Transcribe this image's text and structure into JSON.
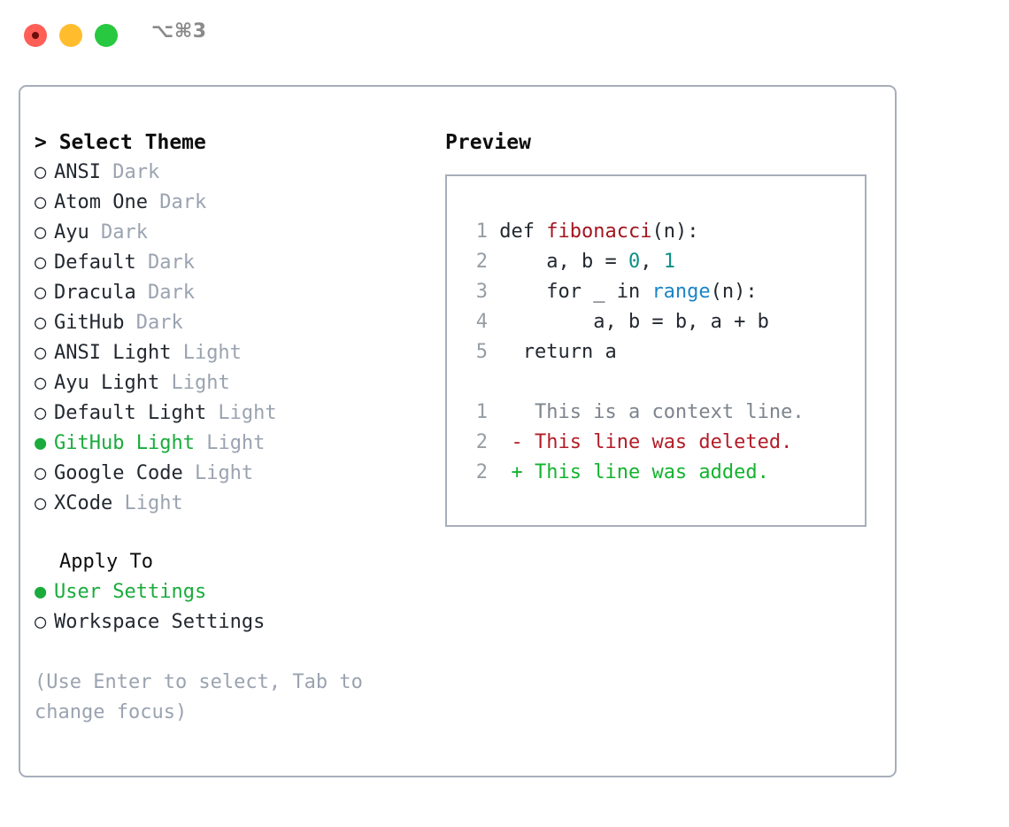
{
  "titlebar": {
    "shortcut": "⌥⌘3",
    "buttons": {
      "close": "close-button",
      "minimize": "minimize-button",
      "maximize": "maximize-button"
    }
  },
  "colors": {
    "accent_green": "#1aab3c",
    "muted": "#9aa3b0",
    "text": "#232830",
    "border": "#a7aebb",
    "diff_add": "#14b32e",
    "diff_del": "#b31d28",
    "diff_ctx": "#7d848e",
    "token_function": "#a3151f",
    "token_number": "#0b8f87",
    "token_call": "#1a84c7",
    "line_number": "#959da5",
    "traffic_red": "#ff5f57",
    "traffic_yellow": "#ffbd2e",
    "traffic_green": "#28c840"
  },
  "theme_list": {
    "header_marker": "> ",
    "header": "Select Theme",
    "bullet_selected": "●",
    "bullet_unselected": "○",
    "items": [
      {
        "name": "ANSI",
        "kind": "Dark",
        "selected": false
      },
      {
        "name": "Atom One",
        "kind": "Dark",
        "selected": false
      },
      {
        "name": "Ayu",
        "kind": "Dark",
        "selected": false
      },
      {
        "name": "Default",
        "kind": "Dark",
        "selected": false
      },
      {
        "name": "Dracula",
        "kind": "Dark",
        "selected": false
      },
      {
        "name": "GitHub",
        "kind": "Dark",
        "selected": false
      },
      {
        "name": "ANSI Light",
        "kind": "Light",
        "selected": false
      },
      {
        "name": "Ayu Light",
        "kind": "Light",
        "selected": false
      },
      {
        "name": "Default Light",
        "kind": "Light",
        "selected": false
      },
      {
        "name": "GitHub Light",
        "kind": "Light",
        "selected": true
      },
      {
        "name": "Google Code",
        "kind": "Light",
        "selected": false
      },
      {
        "name": "XCode",
        "kind": "Light",
        "selected": false
      }
    ]
  },
  "apply_to": {
    "header": "Apply To",
    "items": [
      {
        "name": "User Settings",
        "selected": true
      },
      {
        "name": "Workspace Settings",
        "selected": false
      }
    ]
  },
  "hint": "(Use Enter to select, Tab to change focus)",
  "preview": {
    "title": "Preview",
    "code_lines": [
      {
        "ln": "1",
        "parts": [
          {
            "t": "def ",
            "c": "plain"
          },
          {
            "t": "fibonacci",
            "c": "fn"
          },
          {
            "t": "(n):",
            "c": "plain"
          }
        ]
      },
      {
        "ln": "2",
        "parts": [
          {
            "t": "    a, b = ",
            "c": "plain"
          },
          {
            "t": "0",
            "c": "num"
          },
          {
            "t": ", ",
            "c": "plain"
          },
          {
            "t": "1",
            "c": "num"
          }
        ]
      },
      {
        "ln": "3",
        "parts": [
          {
            "t": "    for _ in ",
            "c": "plain"
          },
          {
            "t": "range",
            "c": "call"
          },
          {
            "t": "(n):",
            "c": "plain"
          }
        ]
      },
      {
        "ln": "4",
        "parts": [
          {
            "t": "        a, b = b, a + b",
            "c": "plain"
          }
        ]
      },
      {
        "ln": "5",
        "parts": [
          {
            "t": "  return a",
            "c": "plain"
          }
        ]
      }
    ],
    "diff_lines": [
      {
        "ln": "1",
        "marker": " ",
        "text": " This is a context line.",
        "kind": "ctx"
      },
      {
        "ln": "2",
        "marker": "-",
        "text": " This line was deleted.",
        "kind": "del"
      },
      {
        "ln": "2",
        "marker": "+",
        "text": " This line was added.",
        "kind": "add"
      }
    ]
  }
}
